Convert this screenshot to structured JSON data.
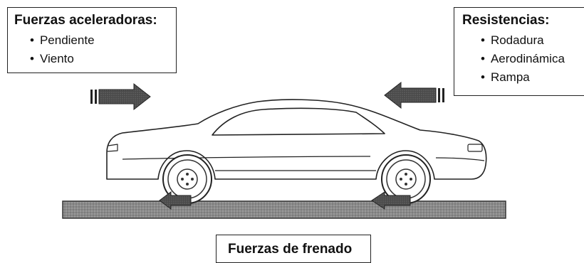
{
  "accelerating_forces": {
    "title": "Fuerzas aceleradoras:",
    "items": [
      "Pendiente",
      "Viento"
    ]
  },
  "resistances": {
    "title": "Resistencias:",
    "items": [
      "Rodadura",
      "Aerodinámica",
      "Rampa"
    ]
  },
  "braking_forces": {
    "label": "Fuerzas de frenado"
  }
}
